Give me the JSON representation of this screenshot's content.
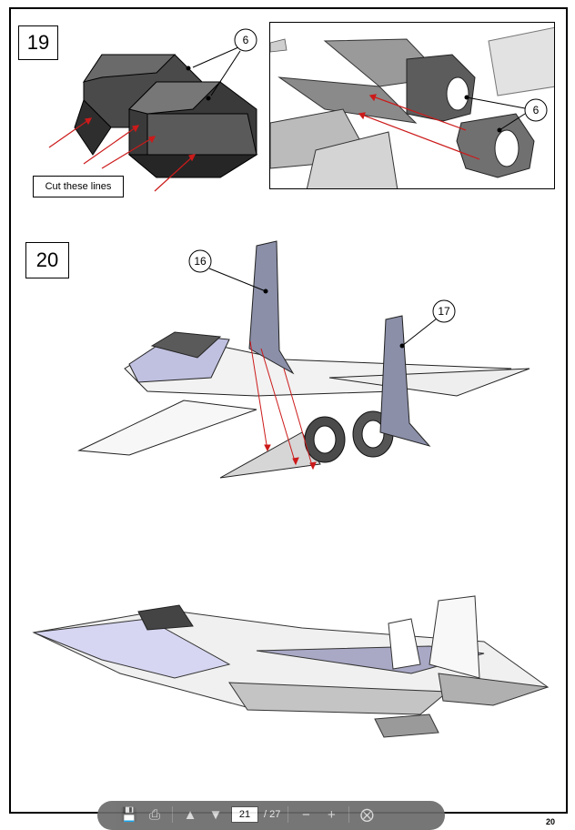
{
  "steps": {
    "step19": {
      "number": "19",
      "part_callout": "6",
      "inset_part_callout": "6",
      "cut_label": "Cut these lines"
    },
    "step20": {
      "number": "20",
      "callout_fin_left": "16",
      "callout_fin_right": "17"
    }
  },
  "colors": {
    "arrow_red": "#cc1a1a",
    "part_dark": "#3a3a3a",
    "part_mid": "#6a6a6a",
    "part_light": "#a9a9a9",
    "fin_blue_gray": "#8b8fa8",
    "lavender": "#c9c9ec",
    "toolbar_bg": "#6b6b6b"
  },
  "toolbar": {
    "icons": [
      "save-icon",
      "print-icon",
      "page-up-icon",
      "page-down-icon",
      "zoom-out-icon",
      "zoom-in-icon",
      "close-icon"
    ],
    "current_page": "21",
    "total_pages": "/ 27"
  },
  "page_corner_number": "20"
}
